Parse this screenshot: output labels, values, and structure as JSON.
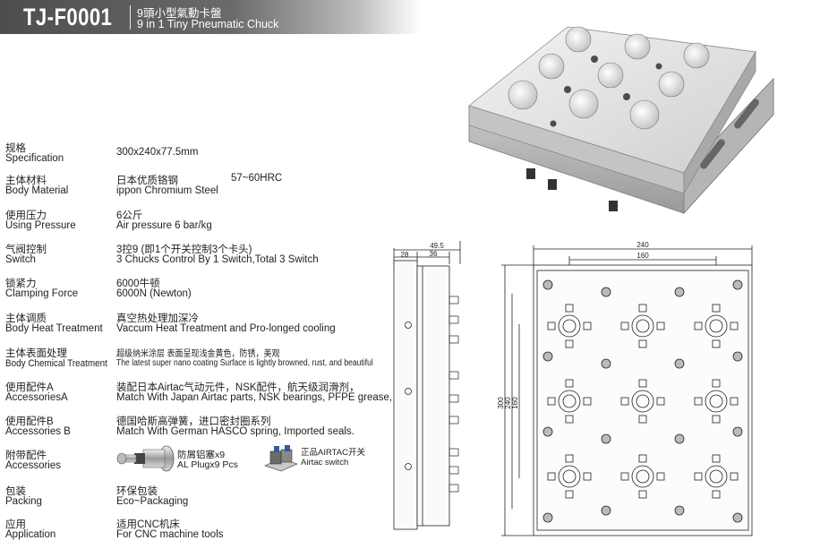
{
  "header": {
    "model": "TJ-F0001",
    "title_zh": "9頭小型氣動卡盤",
    "title_en": "9 in 1 Tiny Pneumatic Chuck"
  },
  "specs": [
    {
      "label_zh": "规格",
      "label_en": "Specification",
      "value_zh": "",
      "value_en": "300x240x77.5mm"
    },
    {
      "label_zh": "主体材料",
      "label_en": "Body Material",
      "value_zh": "日本优质铬钢",
      "value_extra": "57~60HRC",
      "value_en": "ippon Chromium Steel"
    },
    {
      "label_zh": "使用压力",
      "label_en": "Using Pressure",
      "value_zh": "6公斤",
      "value_en": "Air pressure 6 bar/kg"
    },
    {
      "label_zh": "气阀控制",
      "label_en": "Switch",
      "value_zh": "3控9 (即1个开关控制3个卡头)",
      "value_en": "3 Chucks Control By 1 Switch,Total 3 Switch"
    },
    {
      "label_zh": "锁紧力",
      "label_en": "Clamping Force",
      "value_zh": "6000牛顿",
      "value_en": "6000N (Newton)"
    },
    {
      "label_zh": "主体调质",
      "label_en": "Body Heat Treatment",
      "value_zh": "真空热处理加深冷",
      "value_en": "Vaccum Heat Treatment and Pro-longed cooling"
    },
    {
      "label_zh": "主体表面处理",
      "label_en": "Body Chemical Treatment",
      "value_zh": "超级纳米涂层 表面呈现浅金黄色，防锈，美观",
      "value_en": "The latest super nano coating Surface is lightly browned, rust, and beautiful"
    },
    {
      "label_zh": "使用配件A",
      "label_en": "AccessoriesA",
      "value_zh": "装配日本Airtac气动元件，NSK配件，航天级润滑剂，",
      "value_en": "Match With Japan Airtac parts, NSK bearings, PFPE grease,"
    },
    {
      "label_zh": "使用配件B",
      "label_en": "Accessories B",
      "value_zh": "德国哈斯高弹簧，进口密封圈系列",
      "value_en": "Match With German HASCO spring, Imported seals."
    },
    {
      "label_zh": "附带配件",
      "label_en": "Accessories",
      "value_zh": "",
      "value_en": ""
    },
    {
      "label_zh": "包装",
      "label_en": "Packing",
      "value_zh": "环保包装",
      "value_en": "Eco~Packaging"
    },
    {
      "label_zh": "应用",
      "label_en": "Application",
      "value_zh": "适用CNC机床",
      "value_en": "For CNC machine tools"
    }
  ],
  "accessories": [
    {
      "name_zh": "防屑铝塞x9",
      "name_en": "AL Plugx9 Pcs",
      "icon": "plug-icon"
    },
    {
      "name_zh": "正品AIRTAC开关",
      "name_en": "Airtac switch",
      "icon": "switch-icon"
    }
  ],
  "drawing": {
    "side_dims": [
      "49.5",
      "28",
      "36"
    ],
    "plan_width_dims": [
      "240",
      "160"
    ],
    "plan_height_dims": [
      "300",
      "240",
      "160"
    ]
  }
}
